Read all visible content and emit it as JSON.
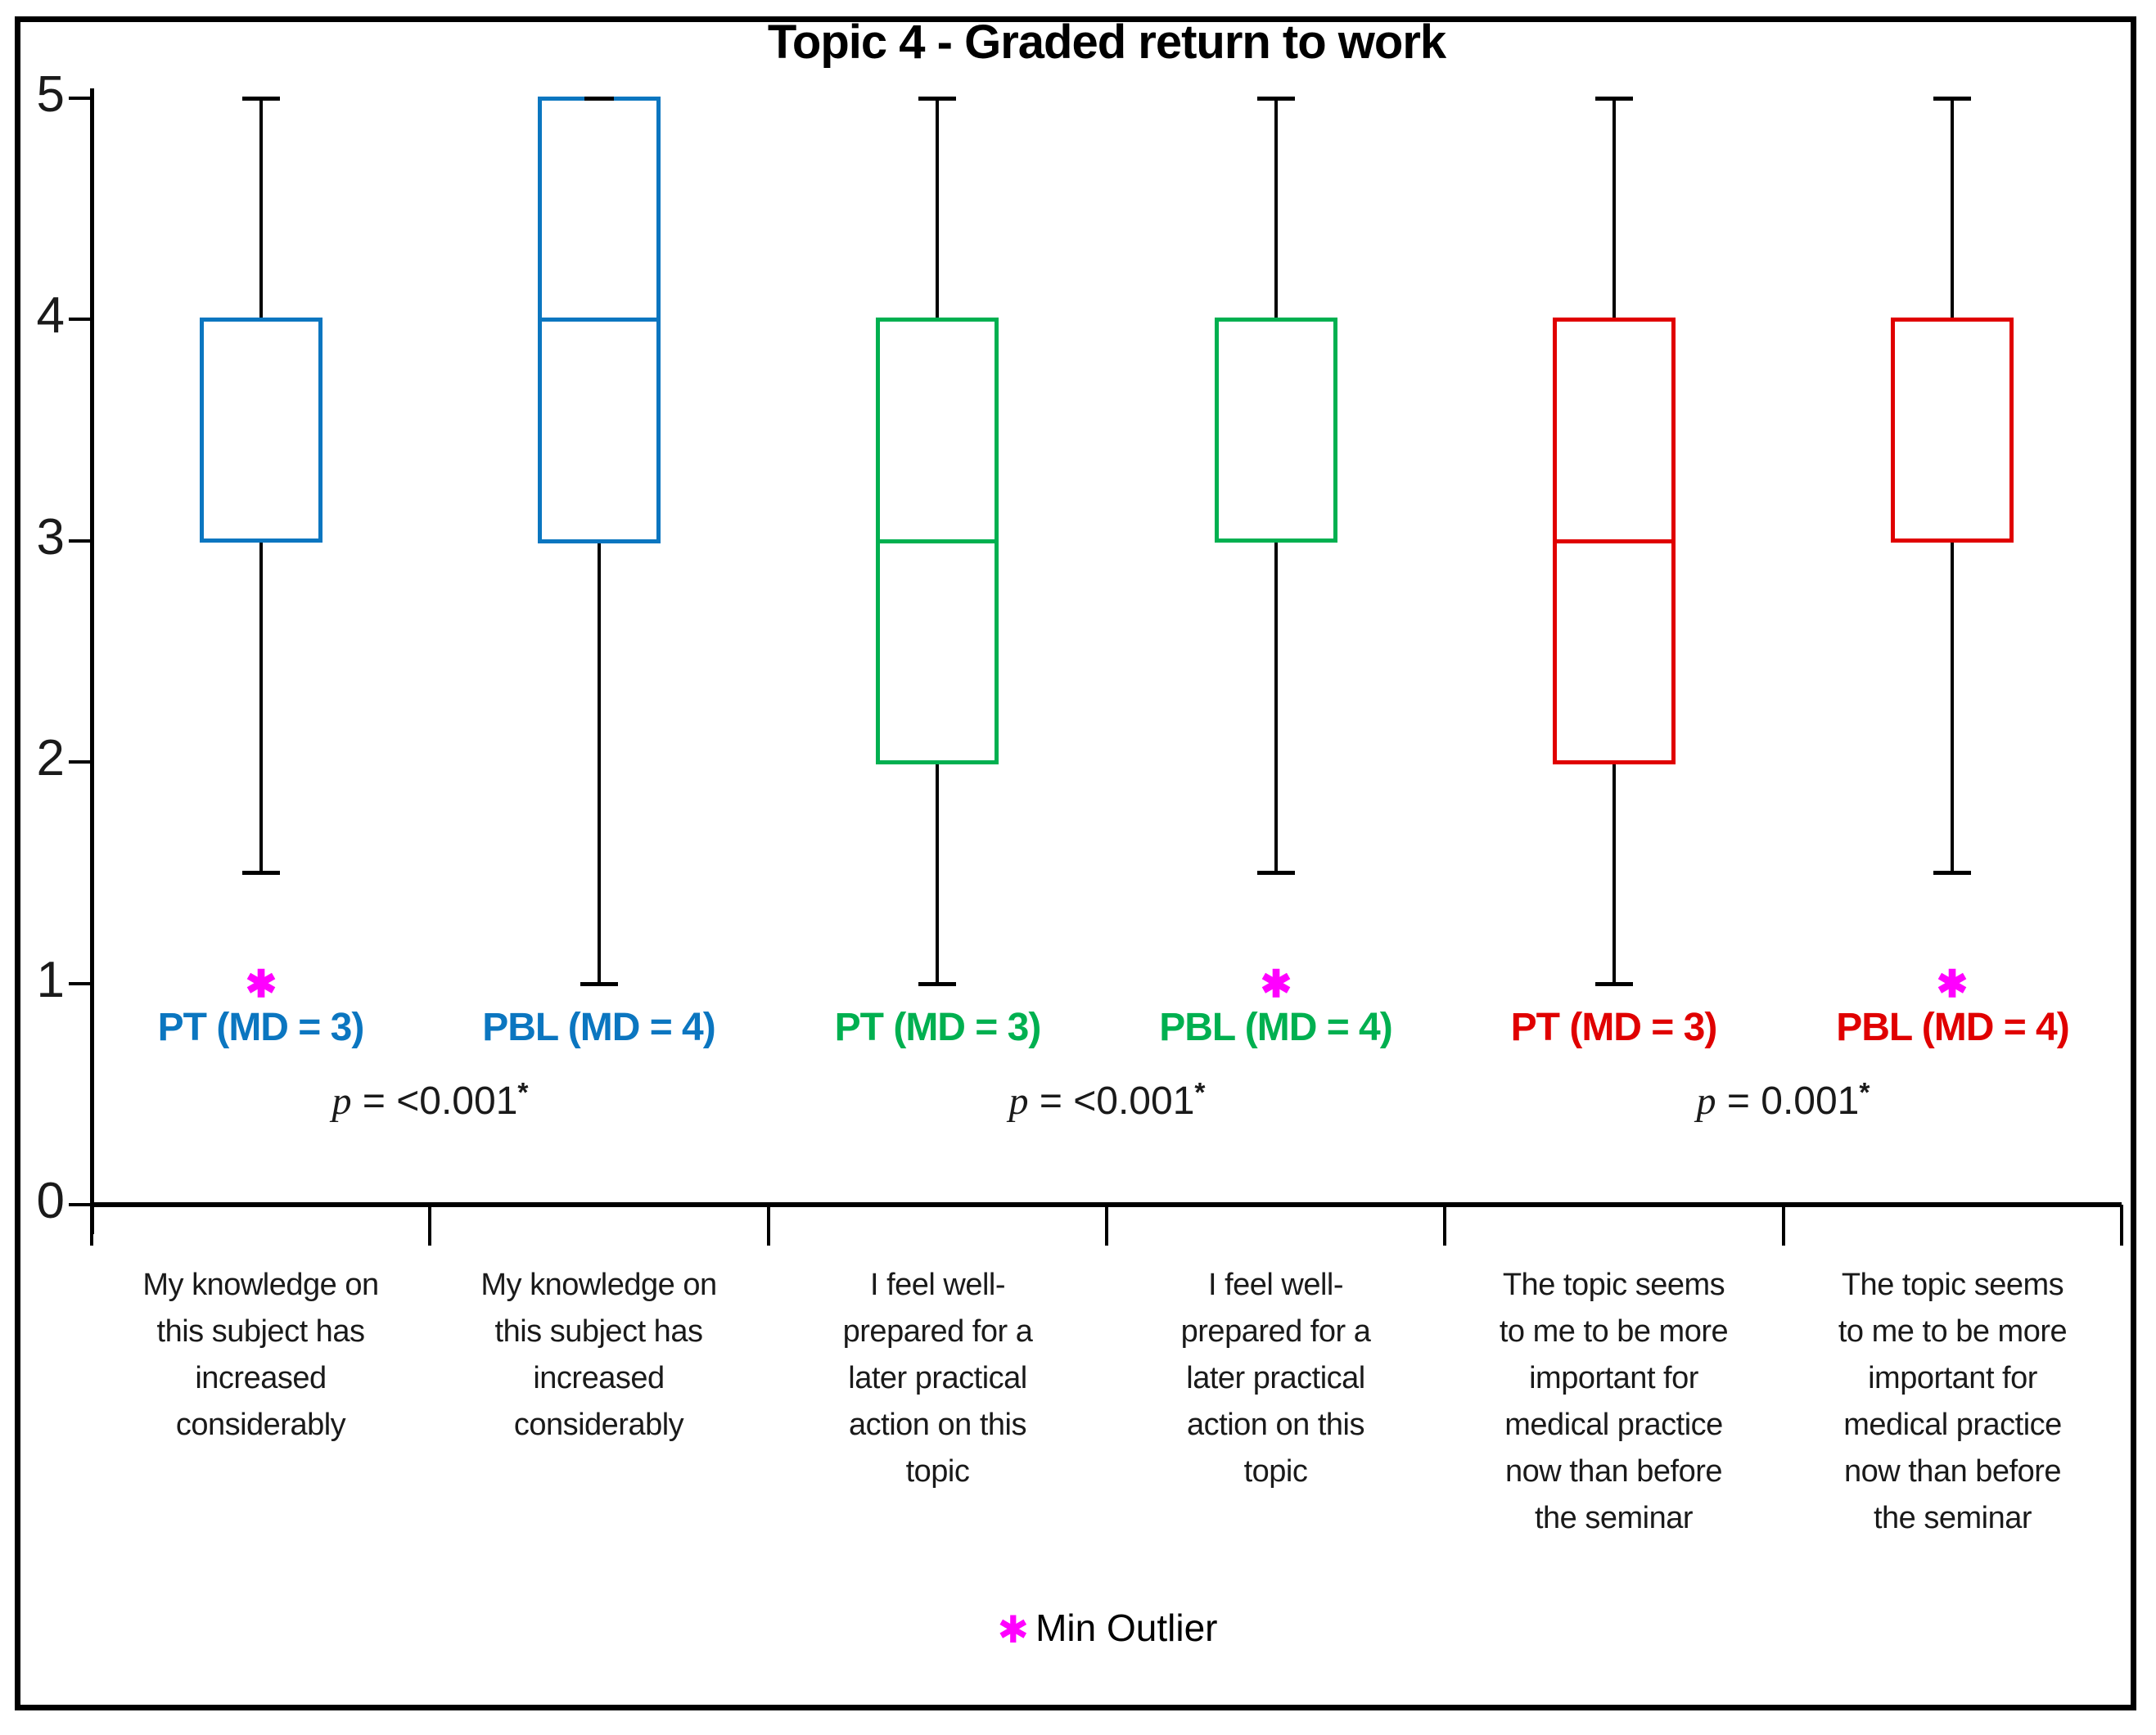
{
  "title": "Topic 4 - Graded return to work",
  "legend": {
    "marker": "✱",
    "label": "Min Outlier",
    "marker_color": "#FF00FF"
  },
  "colors": {
    "blue": "#0B76C0",
    "green": "#00B050",
    "red": "#E00000",
    "outlier": "#FF00FF",
    "axis": "#000000"
  },
  "chart_data": {
    "type": "boxplot",
    "title": "Topic 4 - Graded return to work",
    "ylim": [
      0,
      5
    ],
    "y_ticks": [
      0,
      1,
      2,
      3,
      4,
      5
    ],
    "grid": false,
    "legend_position": "bottom-center",
    "categories": [
      "My knowledge on\nthis subject has\nincreased\nconsiderably",
      "My knowledge on\nthis subject has\nincreased\nconsiderably",
      "I feel well-\nprepared for a\nlater practical\naction on this\ntopic",
      "I feel well-\nprepared for a\nlater practical\naction on this\ntopic",
      "The topic seems\nto me to be more\nimportant for\nmedical practice\nnow than before\nthe seminar",
      "The topic seems\nto me to be more\nimportant for\nmedical practice\nnow than before\nthe seminar"
    ],
    "series": [
      {
        "name": "PT (MD = 3)",
        "color": "#0B76C0",
        "q1": 3,
        "median": 3,
        "q3": 4,
        "whisker_low": 1.5,
        "whisker_high": 5,
        "outliers": [
          1
        ]
      },
      {
        "name": "PBL (MD = 4)",
        "color": "#0B76C0",
        "q1": 3,
        "median": 4,
        "q3": 5,
        "whisker_low": 1,
        "whisker_high": 5,
        "outliers": []
      },
      {
        "name": "PT (MD = 3)",
        "color": "#00B050",
        "q1": 2,
        "median": 3,
        "q3": 4,
        "whisker_low": 1,
        "whisker_high": 5,
        "outliers": []
      },
      {
        "name": "PBL (MD = 4)",
        "color": "#00B050",
        "q1": 3,
        "median": 4,
        "q3": 4,
        "whisker_low": 1.5,
        "whisker_high": 5,
        "outliers": [
          1
        ]
      },
      {
        "name": "PT (MD = 3)",
        "color": "#E00000",
        "q1": 2,
        "median": 3,
        "q3": 4,
        "whisker_low": 1,
        "whisker_high": 5,
        "outliers": []
      },
      {
        "name": "PBL (MD = 4)",
        "color": "#E00000",
        "q1": 3,
        "median": 4,
        "q3": 4,
        "whisker_low": 1.5,
        "whisker_high": 5,
        "outliers": [
          1
        ]
      }
    ],
    "pairs": [
      {
        "p_label": "p",
        "p_value": "= <0.001",
        "star": "*"
      },
      {
        "p_label": "p",
        "p_value": "= <0.001",
        "star": "*"
      },
      {
        "p_label": "p",
        "p_value": "= 0.001",
        "star": "*"
      }
    ],
    "outlier_marker": "✱",
    "outlier_legend": "Min Outlier"
  }
}
